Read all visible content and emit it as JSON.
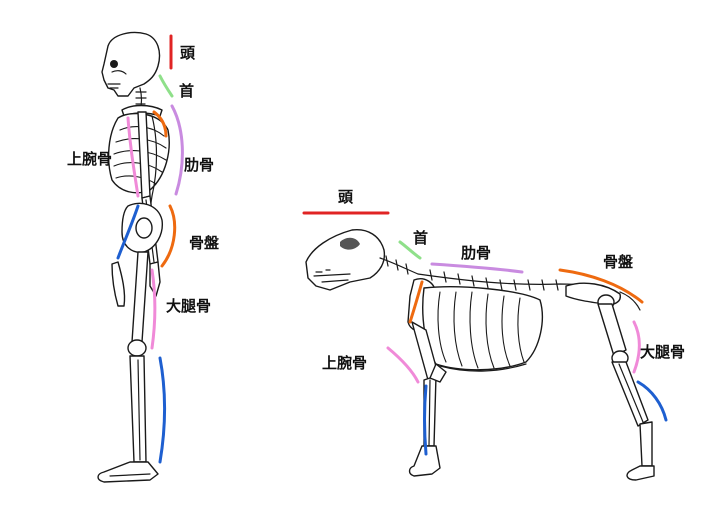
{
  "human": {
    "labels": {
      "head": "頭",
      "neck": "首",
      "ribs": "肋骨",
      "humerus": "上腕骨",
      "pelvis": "骨盤",
      "femur": "大腿骨"
    }
  },
  "dog": {
    "labels": {
      "head": "頭",
      "neck": "首",
      "ribs": "肋骨",
      "humerus": "上腕骨",
      "pelvis": "骨盤",
      "femur": "大腿骨"
    }
  },
  "colors": {
    "head": "#e02424",
    "neck": "#8fe08a",
    "ribs": "#c98be0",
    "humerus": "#f08ad8",
    "pelvis": "#ee6a10",
    "femur": "#f08ad8",
    "lower_leg": "#1e5fd0",
    "shoulder": "#ee6a10"
  }
}
